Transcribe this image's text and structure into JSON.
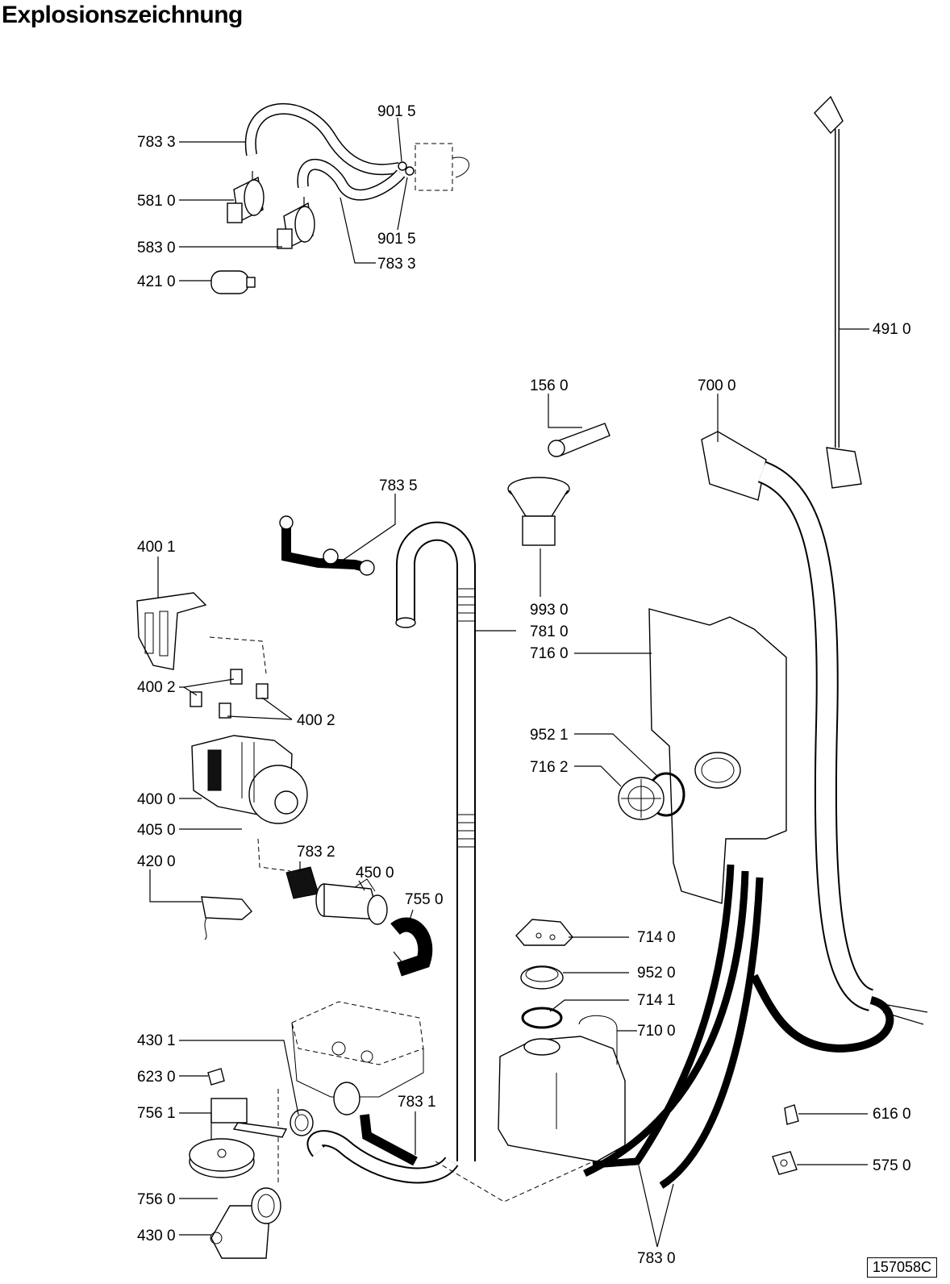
{
  "title": "Explosionszeichnung",
  "reference": "157058C",
  "labels": {
    "l_783_3a": "783 3",
    "l_901_5a": "901 5",
    "l_581_0": "581 0",
    "l_901_5b": "901 5",
    "l_583_0": "583 0",
    "l_783_3b": "783 3",
    "l_421_0": "421 0",
    "l_491_0": "491 0",
    "l_156_0": "156 0",
    "l_700_0": "700 0",
    "l_783_5": "783 5",
    "l_400_1": "400 1",
    "l_993_0": "993 0",
    "l_781_0": "781 0",
    "l_716_0": "716 0",
    "l_400_2a": "400 2",
    "l_400_2b": "400 2",
    "l_952_1": "952 1",
    "l_716_2": "716 2",
    "l_400_0": "400 0",
    "l_405_0": "405 0",
    "l_783_2": "783 2",
    "l_420_0": "420 0",
    "l_450_0": "450 0",
    "l_755_0": "755 0",
    "l_714_0": "714 0",
    "l_952_0": "952 0",
    "l_714_1": "714 1",
    "l_710_0": "710 0",
    "l_430_1": "430 1",
    "l_623_0": "623 0",
    "l_756_1": "756 1",
    "l_783_1": "783 1",
    "l_616_0": "616 0",
    "l_575_0": "575 0",
    "l_756_0": "756 0",
    "l_430_0": "430 0",
    "l_783_0": "783 0"
  }
}
